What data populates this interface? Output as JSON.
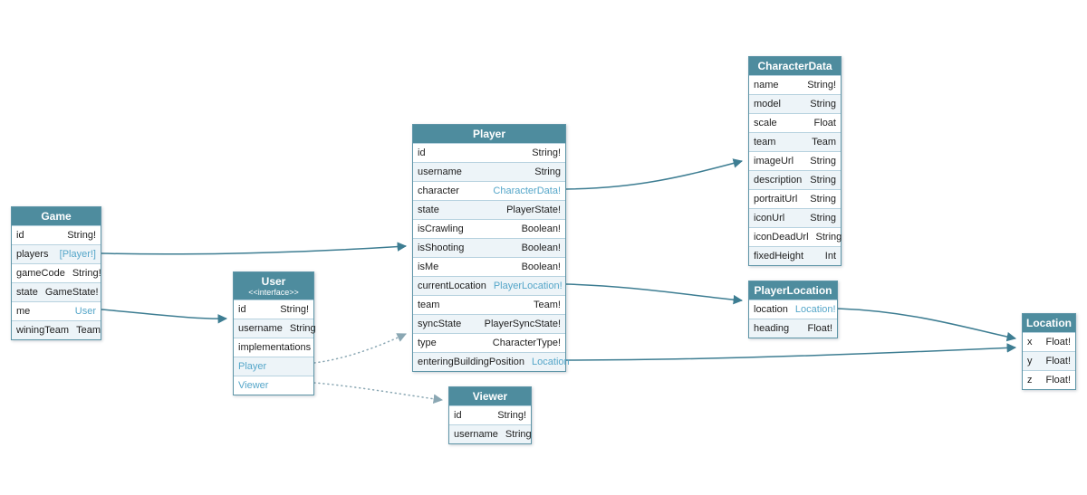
{
  "colors": {
    "header_bg": "#4e8c9e",
    "header_text": "#ffffff",
    "table_border": "#5e95a7",
    "row_border": "#b7d2df",
    "row_bg": "#ffffff",
    "row_alt_bg": "#edf4f8",
    "link": "#55a6c9",
    "text": "#1d1d1d",
    "edge": "#3d7d92",
    "edge_dotted": "#8aa7b3"
  },
  "tables": [
    {
      "id": "game",
      "title": "Game",
      "rows": [
        {
          "name": "id",
          "type": "String!"
        },
        {
          "name": "players",
          "type": "[Player!]",
          "link": true
        },
        {
          "name": "gameCode",
          "type": "String!"
        },
        {
          "name": "state",
          "type": "GameState!"
        },
        {
          "name": "me",
          "type": "User",
          "link": true
        },
        {
          "name": "winingTeam",
          "type": "Team"
        }
      ]
    },
    {
      "id": "user",
      "title": "User",
      "subtitle": "<<interface>>",
      "rows": [
        {
          "name": "id",
          "type": "String!"
        },
        {
          "name": "username",
          "type": "String"
        },
        {
          "name": "implementations",
          "type": ""
        },
        {
          "name": "Player",
          "type": "",
          "name_link": true
        },
        {
          "name": "Viewer",
          "type": "",
          "name_link": true
        }
      ]
    },
    {
      "id": "player",
      "title": "Player",
      "rows": [
        {
          "name": "id",
          "type": "String!"
        },
        {
          "name": "username",
          "type": "String"
        },
        {
          "name": "character",
          "type": "CharacterData!",
          "link": true
        },
        {
          "name": "state",
          "type": "PlayerState!"
        },
        {
          "name": "isCrawling",
          "type": "Boolean!"
        },
        {
          "name": "isShooting",
          "type": "Boolean!"
        },
        {
          "name": "isMe",
          "type": "Boolean!"
        },
        {
          "name": "currentLocation",
          "type": "PlayerLocation!",
          "link": true
        },
        {
          "name": "team",
          "type": "Team!"
        },
        {
          "name": "syncState",
          "type": "PlayerSyncState!"
        },
        {
          "name": "type",
          "type": "CharacterType!"
        },
        {
          "name": "enteringBuildingPosition",
          "type": "Location",
          "link": true
        }
      ]
    },
    {
      "id": "viewer",
      "title": "Viewer",
      "rows": [
        {
          "name": "id",
          "type": "String!"
        },
        {
          "name": "username",
          "type": "String"
        }
      ]
    },
    {
      "id": "characterdata",
      "title": "CharacterData",
      "rows": [
        {
          "name": "name",
          "type": "String!"
        },
        {
          "name": "model",
          "type": "String"
        },
        {
          "name": "scale",
          "type": "Float"
        },
        {
          "name": "team",
          "type": "Team"
        },
        {
          "name": "imageUrl",
          "type": "String"
        },
        {
          "name": "description",
          "type": "String"
        },
        {
          "name": "portraitUrl",
          "type": "String"
        },
        {
          "name": "iconUrl",
          "type": "String"
        },
        {
          "name": "iconDeadUrl",
          "type": "String"
        },
        {
          "name": "fixedHeight",
          "type": "Int"
        }
      ]
    },
    {
      "id": "playerlocation",
      "title": "PlayerLocation",
      "rows": [
        {
          "name": "location",
          "type": "Location!",
          "link": true
        },
        {
          "name": "heading",
          "type": "Float!"
        }
      ]
    },
    {
      "id": "location",
      "title": "Location",
      "rows": [
        {
          "name": "x",
          "type": "Float!"
        },
        {
          "name": "y",
          "type": "Float!"
        },
        {
          "name": "z",
          "type": "Float!"
        }
      ]
    }
  ],
  "edges": [
    {
      "from": "Game.players",
      "to": "Player",
      "style": "solid"
    },
    {
      "from": "Game.me",
      "to": "User",
      "style": "solid"
    },
    {
      "from": "Player.character",
      "to": "CharacterData",
      "style": "solid"
    },
    {
      "from": "Player.currentLocation",
      "to": "PlayerLocation",
      "style": "solid"
    },
    {
      "from": "Player.enteringBuildingPosition",
      "to": "Location",
      "style": "solid"
    },
    {
      "from": "PlayerLocation.location",
      "to": "Location",
      "style": "solid"
    },
    {
      "from": "User.Player",
      "to": "Player",
      "style": "dotted"
    },
    {
      "from": "User.Viewer",
      "to": "Viewer",
      "style": "dotted"
    }
  ]
}
